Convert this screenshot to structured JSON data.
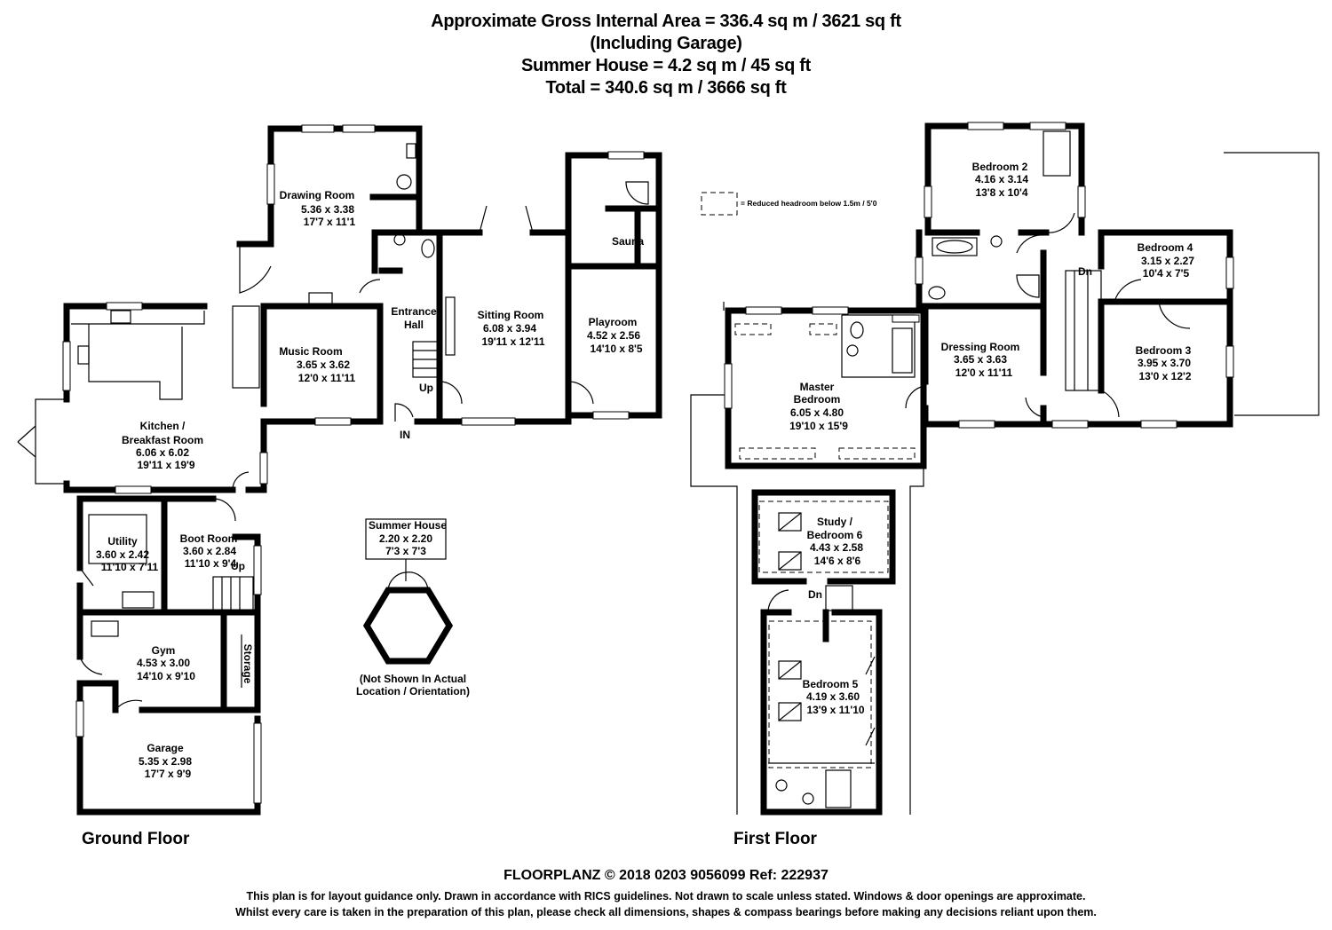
{
  "header": {
    "line1": "Approximate Gross Internal Area = 336.4 sq m / 3621 sq ft",
    "line2": "(Including Garage)",
    "line3": "Summer House = 4.2 sq m / 45 sq ft",
    "line4": "Total = 340.6 sq m / 3666 sq ft"
  },
  "legend": {
    "text": "= Reduced headroom below 1.5m / 5'0"
  },
  "ground_floor": {
    "label": "Ground Floor",
    "rooms": [
      {
        "name": "Drawing Room",
        "metric": "5.36 x 3.38",
        "imperial": "17'7 x 11'1"
      },
      {
        "name": "Music Room",
        "metric": "3.65 x 3.62",
        "imperial": "12'0 x 11'11"
      },
      {
        "name": "Entrance",
        "metric": "Hall",
        "imperial": ""
      },
      {
        "name": "Sitting Room",
        "metric": "6.08 x 3.94",
        "imperial": "19'11 x 12'11"
      },
      {
        "name": "Playroom",
        "metric": "4.52 x 2.56",
        "imperial": "14'10 x 8'5"
      },
      {
        "name": "Kitchen /",
        "metric": "Breakfast Room",
        "imperial": "6.06 x 6.02",
        "extra": "19'11 x 19'9"
      },
      {
        "name": "Utility",
        "metric": "3.60 x 2.42",
        "imperial": "11'10 x 7'11"
      },
      {
        "name": "Boot Room",
        "metric": "3.60 x 2.84",
        "imperial": "11'10 x 9'4"
      },
      {
        "name": "Gym",
        "metric": "4.53 x 3.00",
        "imperial": "14'10 x 9'10"
      },
      {
        "name": "Garage",
        "metric": "5.35 x 2.98",
        "imperial": "17'7 x 9'9"
      }
    ],
    "sauna": "Sauna",
    "storage": "Storage",
    "up1": "Up",
    "up2": "Up",
    "in": "IN"
  },
  "summer_house": {
    "name": "Summer House",
    "metric": "2.20 x 2.20",
    "imperial": "7'3 x 7'3",
    "note1": "(Not Shown In Actual",
    "note2": "Location / Orientation)"
  },
  "first_floor": {
    "label": "First Floor",
    "rooms": [
      {
        "name": "Bedroom 2",
        "metric": "4.16 x 3.14",
        "imperial": "13'8 x 10'4"
      },
      {
        "name": "Bedroom 4",
        "metric": "3.15 x 2.27",
        "imperial": "10'4 x 7'5"
      },
      {
        "name": "Bedroom 3",
        "metric": "3.95 x 3.70",
        "imperial": "13'0 x 12'2"
      },
      {
        "name": "Dressing Room",
        "metric": "3.65 x 3.63",
        "imperial": "12'0 x 11'11"
      },
      {
        "name": "Master",
        "metric": "Bedroom",
        "imperial": "6.05 x 4.80",
        "extra": "19'10 x 15'9"
      },
      {
        "name": "Study /",
        "metric": "Bedroom 6",
        "imperial": "4.43 x 2.58",
        "extra": "14'6 x 8'6"
      },
      {
        "name": "Bedroom 5",
        "metric": "4.19 x 3.60",
        "imperial": "13'9 x 11'10"
      }
    ],
    "dn1": "Dn",
    "dn2": "Dn"
  },
  "footer": {
    "line1": "FLOORPLANZ © 2018    0203 9056099    Ref: 222937",
    "line2": "This plan is for layout guidance only. Drawn in accordance with RICS guidelines. Not drawn to scale unless stated. Windows & door openings are approximate.",
    "line3": "Whilst every care is taken in the preparation of this plan, please check all dimensions, shapes & compass bearings before making any decisions reliant upon them."
  }
}
